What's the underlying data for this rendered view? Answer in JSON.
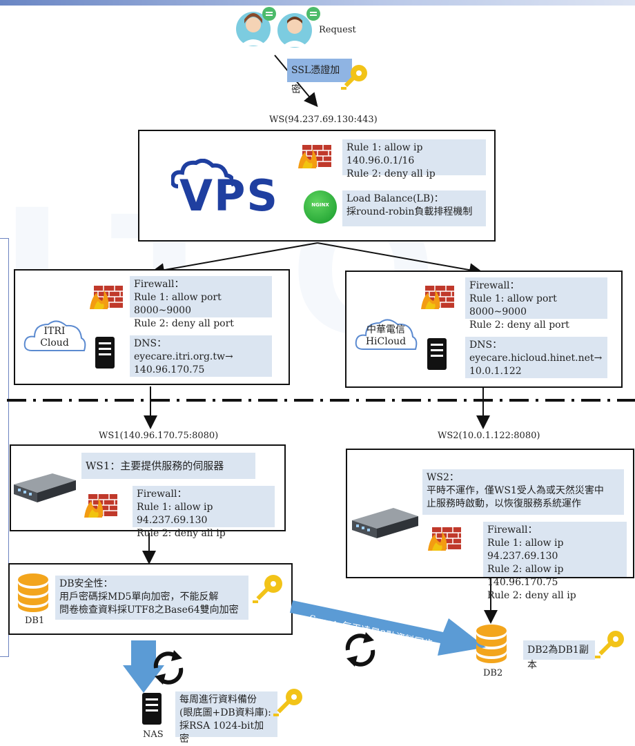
{
  "request": {
    "label": "Request"
  },
  "ssl": {
    "label": "SSL憑證加密"
  },
  "ws": {
    "label": "WS(94.237.69.130:443)"
  },
  "vps": {
    "logo_text": "VPS",
    "nginx_text": "NGINX",
    "firewall_rules": [
      "Rule 1: allow ip 140.96.0.1/16",
      "Rule 2: deny all ip"
    ],
    "lb_lines": [
      "Load Balance(LB)：",
      "採round-robin負載排程機制"
    ]
  },
  "itri": {
    "cloud_lines": [
      "ITRI",
      "Cloud"
    ],
    "firewall_lines": [
      "Firewall：",
      "Rule 1: allow port 8000~9000",
      "Rule 2: deny all port"
    ],
    "dns_lines": [
      "DNS：",
      "eyecare.itri.org.tw→",
      "140.96.170.75"
    ]
  },
  "hicloud": {
    "cloud_lines": [
      "中華電信",
      "HiCloud"
    ],
    "firewall_lines": [
      "Firewall：",
      "Rule 1: allow port 8000~9000",
      "Rule 2: deny all port"
    ],
    "dns_lines": [
      "DNS：",
      "eyecare.hicloud.hinet.net→",
      "10.0.1.122"
    ]
  },
  "ws1": {
    "label": "WS1(140.96.170.75:8080)",
    "desc": "WS1：主要提供服務的伺服器",
    "firewall_lines": [
      "Firewall：",
      "Rule 1: allow ip 94.237.69.130",
      "Rule 2: deny all ip"
    ]
  },
  "ws2": {
    "label": "WS2(10.0.1.122:8080)",
    "desc_lines": [
      "WS2：",
      "平時不運作，僅WS1受人為或天然災害中",
      "止服務時啟動，以恢復服務系統運作"
    ],
    "firewall_lines": [
      "Firewall：",
      "Rule 1: allow ip 94.237.69.130",
      "Rule 2: allow ip 140.96.170.75",
      "Rule 2: deny all ip"
    ]
  },
  "db1": {
    "label": "DB1",
    "security_lines": [
      "DB安全性：",
      "用戶密碼採MD5單向加密，不能反解",
      "問卷檢查資料採UTF8之Base64雙向加密"
    ]
  },
  "sync": {
    "label": "Sync：每天凌晨3點資料同步"
  },
  "db2": {
    "label": "DB2",
    "note": "DB2為DB1副本"
  },
  "nas": {
    "label": "NAS",
    "note_lines": [
      "每周進行資料備份",
      "(眼底圖+DB資料庫):",
      "採RSA 1024-bit加密"
    ]
  },
  "colors": {
    "note_bg": "#dbe5f1",
    "arrow_blue": "#5b9bd5",
    "db_orange": "#f3a51c",
    "key_yellow": "#f2c318"
  }
}
